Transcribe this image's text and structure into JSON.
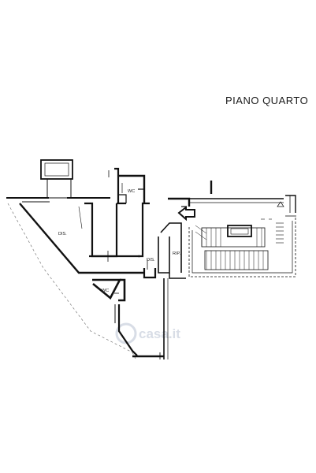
{
  "plan": {
    "title": "PIANO QUARTO",
    "rooms": {
      "dis_left": "DIS.",
      "wc_top": "WC",
      "dis_center": "DIS.",
      "rip": "RIP.",
      "wc_bottom": "WC"
    },
    "watermark": "casa.it",
    "colors": {
      "wall": "#111111",
      "outline": "#555555",
      "watermark": "#d8dde6"
    }
  }
}
